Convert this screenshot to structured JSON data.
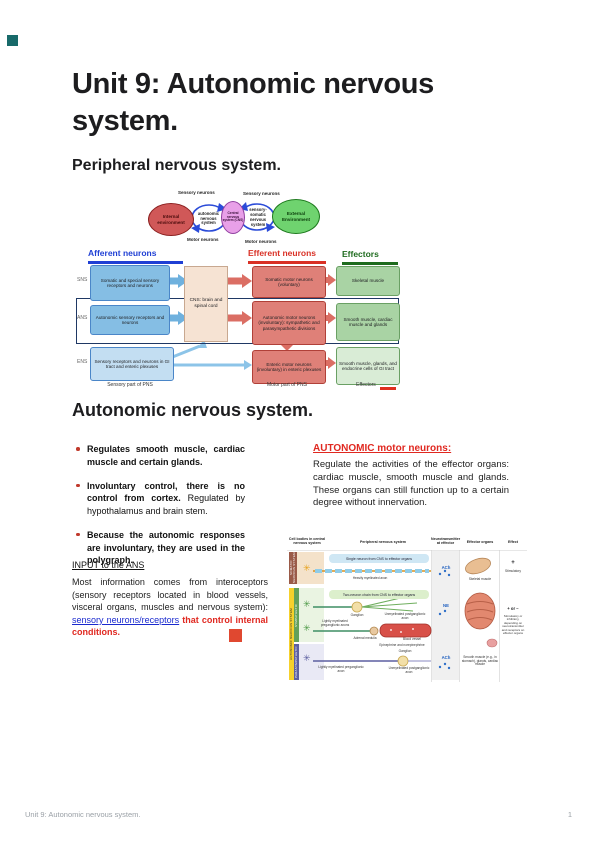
{
  "page": {
    "title": "Unit 9: Autonomic nervous system.",
    "footer_left": "Unit 9: Autonomic nervous system.",
    "footer_page": "1"
  },
  "sections": {
    "peripheral_heading": "Peripheral nervous system.",
    "autonomic_heading": "Autonomic nervous system."
  },
  "env_diagram": {
    "internal": "Internal environment",
    "external": "External Environment",
    "cns": "Central nervous system (CNS)",
    "left_system": "autonomic nervous system",
    "right_system": "sensory-somatic nervous system",
    "top_left_label": "Sensory neurons",
    "top_right_label": "Sensory neurons",
    "bottom_left_label": "Motor neurons",
    "bottom_right_label": "Motor neurons"
  },
  "flowchart": {
    "col_afferent": "Afferent neurons",
    "col_efferent": "Efferent neurons",
    "col_effectors": "Effectors",
    "cns_box": "CNS: brain and spinal cord",
    "rows": [
      {
        "tag": "SNS",
        "afferent": "Somatic and special sensory receptors and neurons",
        "efferent": "Somatic motor neurons (voluntary)",
        "effector": "Skeletal muscle"
      },
      {
        "tag": "ANS",
        "afferent": "Autonomic sensory receptors and neurons",
        "efferent": "Autonomic motor neurons (involuntary): sympathetic and parasympathetic divisions",
        "effector": "Smooth muscle, cardiac muscle and glands"
      },
      {
        "tag": "ENS",
        "afferent": "Sensory receptors and neurons in GI tract and enteric plexuses",
        "efferent": "Enteric motor neurons (involuntary) in enteric plexuses",
        "effector": "Smooth muscle, glands, and endocrine cells of GI tract"
      }
    ],
    "bottom_labels": [
      "Sensory part of PNS",
      "Motor part of PNS",
      "Effectors"
    ]
  },
  "ans_bullets": [
    {
      "bold": "Regulates smooth muscle, cardiac muscle and certain glands.",
      "normal": ""
    },
    {
      "bold": "Involuntary control, there is no control from cortex.",
      "normal": " Regulated by hypothalamus and brain stem."
    },
    {
      "bold": "Because the autonomic responses are involuntary, they are used in the polygraph.",
      "normal": ""
    }
  ],
  "input_section": {
    "heading": "INPUT to the ANS",
    "body_start": "Most information comes from interoceptors (sensory receptors located in blood vessels, visceral organs, muscles and nervous system): ",
    "link_text": "sensory neurons/receptors",
    "red_text": " that control internal conditions."
  },
  "motor_neurons": {
    "heading": "AUTONOMIC motor neurons:",
    "body": "Regulate the activities of the effector organs: cardiac muscle, smooth muscle and glands. These organs can still function up to a certain degree without innervation."
  },
  "pathway_figure": {
    "headers": [
      "Cell bodies in central nervous system",
      "Peripheral nervous system",
      "Neurotransmitter at effector",
      "Effector organs",
      "Effect"
    ],
    "somatic_label": "SOMATIC NERVOUS SYSTEM",
    "autonomic_label": "AUTONOMIC NERVOUS SYSTEM",
    "sympathetic_label": "SYMPATHETIC",
    "parasympathetic_label": "PARASYMPATHETIC",
    "banner_single": "Single neuron from CNS to effector organs",
    "banner_two": "Two-neuron chain from CNS to effector organs",
    "labels": {
      "myelinated": "Heavily myelinated axon",
      "ganglion": "Ganglion",
      "pre_sym": "Lightly myelinated preganglionic axons",
      "post_sym": "Unmyelinated postganglionic axon",
      "adrenal": "Adrenal medulla",
      "vessel": "Blood vessel",
      "epi": "Epinephrine and norepinephrine",
      "pre_para": "Lightly myelinated preganglionic axon",
      "post_para": "Unmyelinated postganglionic axon",
      "ach1": "ACh",
      "ne": "NE",
      "ach2": "ACh",
      "skeletal": "Skeletal muscle",
      "smooth": "Smooth muscle (e.g., in stomach), glands, cardiac muscle",
      "effect_plus": "+",
      "stimulatory": "Stimulatory",
      "effect_pm": "+ or −",
      "effect_note": "Stimulatory or inhibitory, depending on neurotransmitter and receptors on effector organs"
    }
  }
}
